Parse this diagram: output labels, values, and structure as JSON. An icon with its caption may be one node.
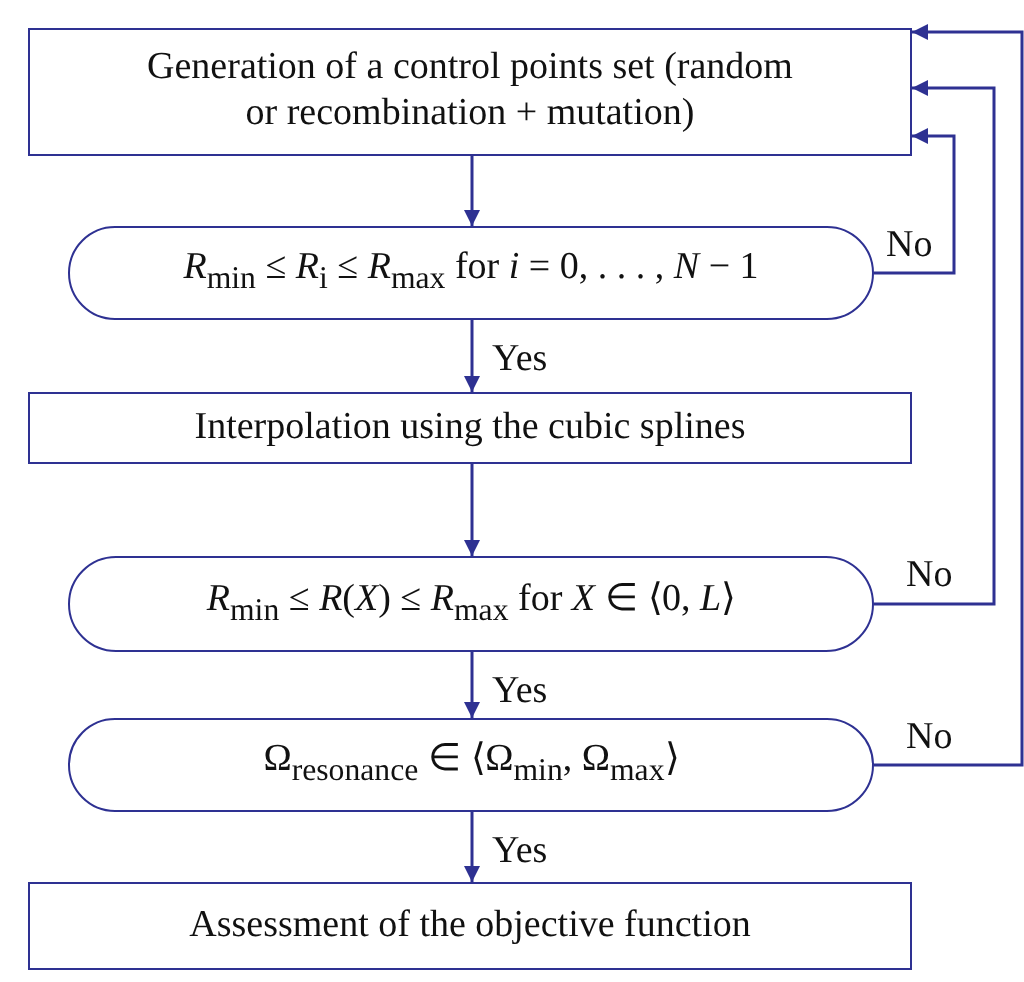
{
  "diagram": {
    "nodes": [
      {
        "text": [
          "Generation of a control points set (random or recombination + mutation)"
        ]
      },
      {
        "text": [
          "*R*$_{min}$ ≤ *R*$_{i}$ ≤ *R*$_{max}$ for *i* = 0, . . . , *N* − 1"
        ]
      },
      {
        "text": [
          "Interpolation using the cubic splines"
        ]
      },
      {
        "text": [
          "*R*$_{min}$ ≤ *R*(*X*) ≤ *R*$_{max}$ for *X* ∈ ⟨0, *L*⟩"
        ]
      },
      {
        "text": [
          "Ω$_{resonance}$ ∈ ⟨Ω$_{min}$, Ω$_{max}$⟩"
        ]
      },
      {
        "text": [
          "Assessment of the objective function"
        ]
      }
    ],
    "edges": [
      {
        "from": 0,
        "to": 1,
        "arrow": "to"
      },
      {
        "from": 1,
        "to": 2,
        "arrow": "to",
        "label": "Yes"
      },
      {
        "from": 2,
        "to": 3,
        "arrow": "to"
      },
      {
        "from": 3,
        "to": 4,
        "arrow": "to",
        "label": "Yes"
      },
      {
        "from": 4,
        "to": 5,
        "arrow": "to",
        "label": "Yes"
      },
      {
        "from": 1,
        "to": 0,
        "arrow": "to",
        "label": "No"
      },
      {
        "from": 3,
        "to": 0,
        "arrow": "to",
        "label": "No"
      },
      {
        "from": 4,
        "to": 0,
        "arrow": "to",
        "label": "No"
      }
    ]
  }
}
